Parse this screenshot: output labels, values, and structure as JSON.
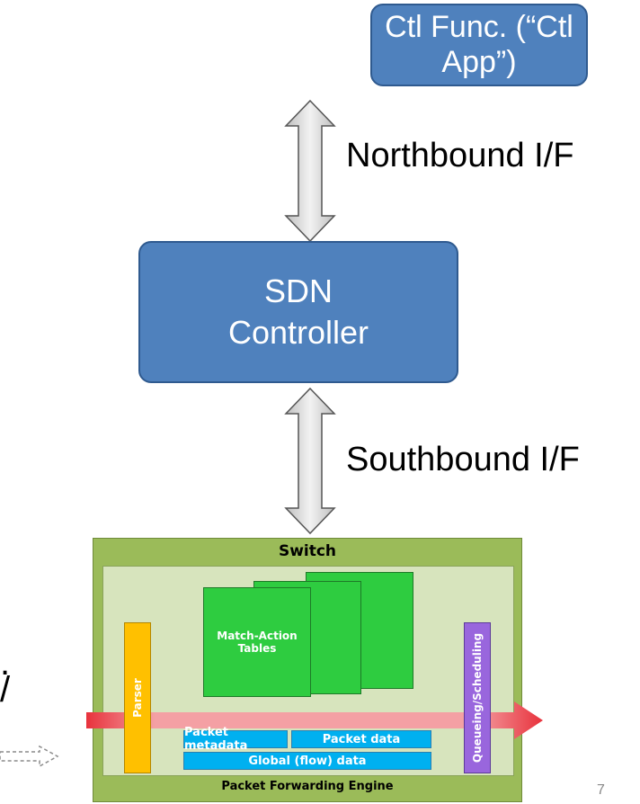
{
  "app_box": {
    "label": "Ctl Func. (“Ctl App”)"
  },
  "controller": {
    "line1": "SDN",
    "line2": "Controller"
  },
  "northbound": {
    "label": "Northbound I/F"
  },
  "southbound": {
    "label": "Southbound I/F"
  },
  "switch": {
    "title": "Switch",
    "tables_label_1": "Match-Action",
    "tables_label_2": "Tables",
    "parser": "Parser",
    "queueing": "Queueing/Scheduling",
    "packet_metadata": "Packet metadata",
    "packet_data": "Packet data",
    "global_data": "Global (flow) data",
    "engine_label": "Packet Forwarding Engine"
  },
  "page_number": "7",
  "colors": {
    "box_blue": "#4f81bd",
    "switch_outer": "#9bbb59",
    "switch_inner": "#d7e4bd",
    "table_green": "#2ecc40",
    "parser_orange": "#ffc000",
    "queue_purple": "#9966dd",
    "bar_blue": "#00b0f0",
    "flow_red": "#e8323c"
  }
}
